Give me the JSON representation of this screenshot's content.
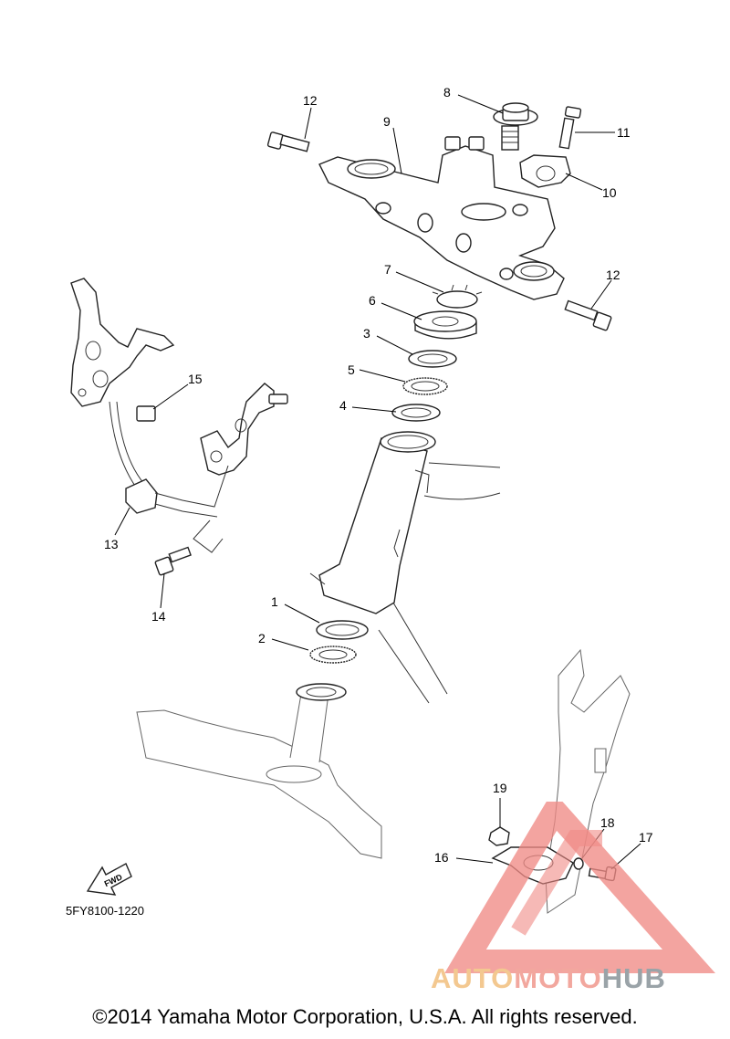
{
  "callouts": [
    "1",
    "2",
    "3",
    "4",
    "5",
    "6",
    "7",
    "8",
    "9",
    "10",
    "11",
    "12",
    "12",
    "13",
    "14",
    "15",
    "16",
    "17",
    "18",
    "19"
  ],
  "fwd_label": "FWD",
  "diagram_code": "5FY8100-1220",
  "copyright": "©2014 Yamaha Motor Corporation, U.S.A. All rights reserved.",
  "watermark": {
    "word_part1": "AUTO",
    "word_part2": "MOTO",
    "word_part3": "HUB",
    "colors": {
      "auto": "#f3c890",
      "moto": "#f2a79e",
      "hub": "#9aa3a8",
      "triangle": "#f08a85"
    }
  }
}
